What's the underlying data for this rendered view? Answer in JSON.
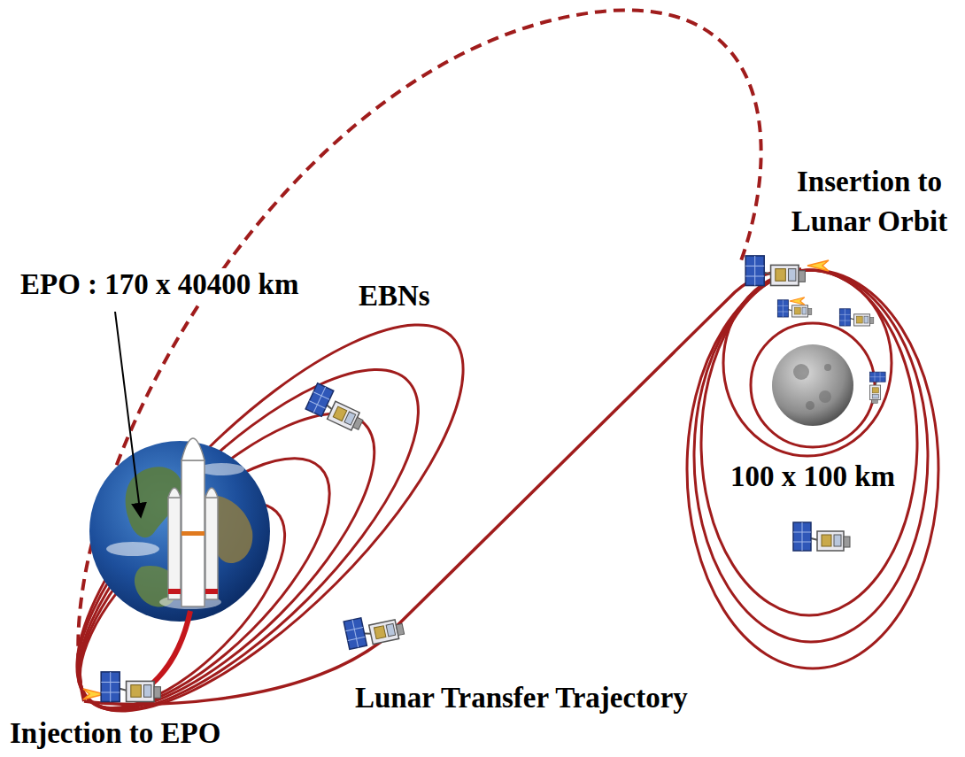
{
  "diagram": {
    "labels": [
      "EPO : 170 x 40400 km",
      "EBNs",
      "Insertion to Lunar Orbit",
      "100 x 100 km",
      "Lunar Transfer Trajectory",
      "Injection to EPO"
    ]
  }
}
